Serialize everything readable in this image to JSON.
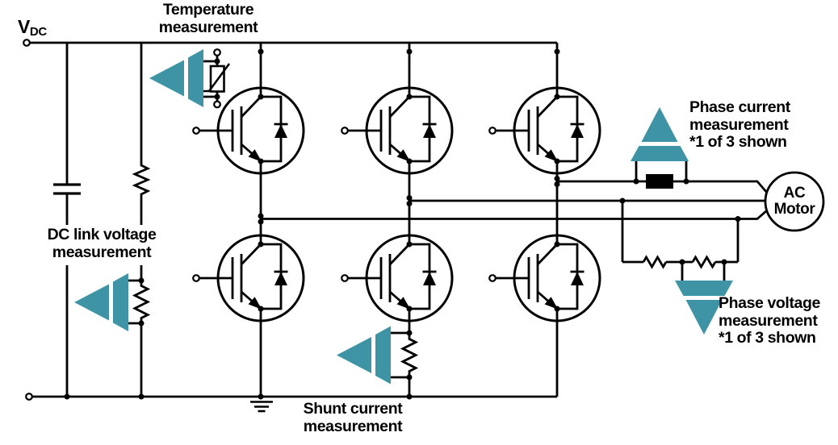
{
  "labels": {
    "vdc_main": "V",
    "vdc_sub": "DC",
    "temperature": "Temperature\nmeasurement",
    "dc_link": "DC link voltage\nmeasurement",
    "shunt": "Shunt current\nmeasurement",
    "phase_current": "Phase current\nmeasurement\n*1 of 3 shown",
    "phase_voltage": "Phase voltage\nmeasurement\n*1 of 3 shown",
    "motor": "AC\nMotor"
  },
  "colors": {
    "sensor_teal": "#3E93A4",
    "wire_black": "#000000",
    "shunt_resistor_fill": "#000000",
    "background": "#FFFFFF"
  },
  "symbols": {
    "igbt_with_freewheel_diode_count": 6,
    "sensor_icon": "teal-amplifier-triangle",
    "sensor_points": [
      "temperature",
      "dc-link-voltage",
      "shunt-current",
      "phase-current",
      "phase-voltage"
    ],
    "thermistor_count": 1,
    "dc_link_capacitor_count": 1,
    "ground_count": 1,
    "ac_motor_count": 1,
    "phase_current_shunt_count": 1
  }
}
